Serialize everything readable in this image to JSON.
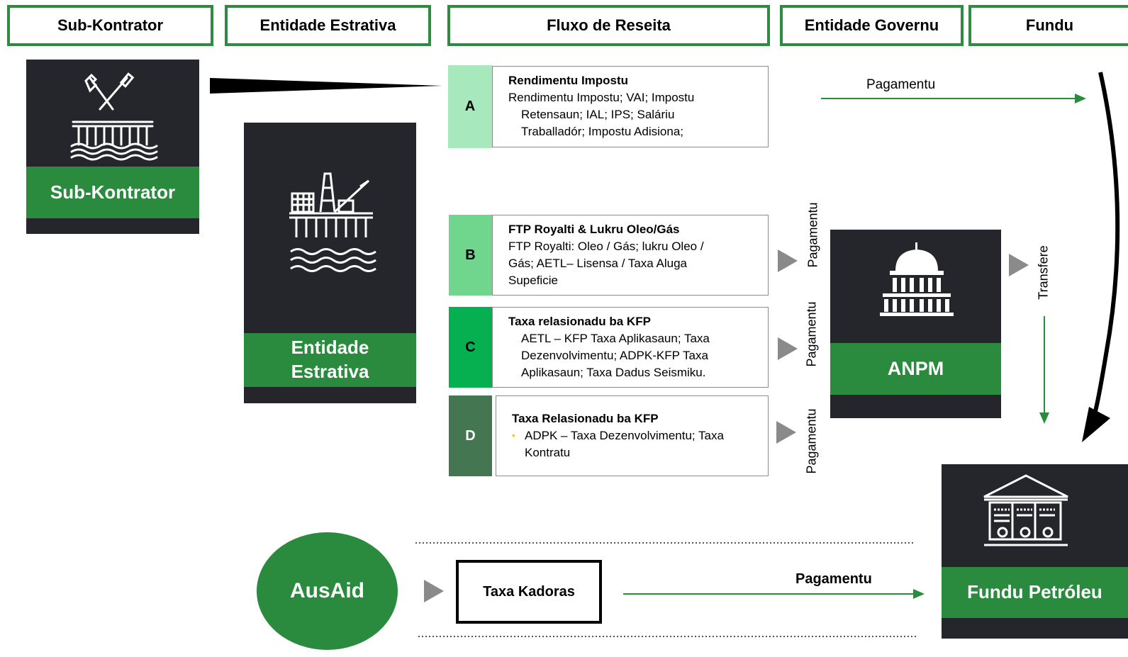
{
  "headers": {
    "sub_kontrator": "Sub-Kontrator",
    "entidade_estrativa": "Entidade Estrativa",
    "fluxo_de_reseita": "Fluxo de Reseita",
    "entidade_governu": "Entidade Governu",
    "fundu": "Fundu"
  },
  "tiles": {
    "sub_kontrator": "Sub-Kontrator",
    "entidade_estrativa_line1": "Entidade",
    "entidade_estrativa_line2": "Estrativa",
    "anpm": "ANPM",
    "fundu_petroleu": "Fundu Petróleu",
    "ausaid": "AusAid"
  },
  "rows": [
    {
      "letter": "A",
      "title": "Rendimentu Impostu",
      "line1": "Rendimentu Impostu; VAI; Impostu",
      "line2": "Retensaun; IAL; IPS; Saláriu",
      "line3": "Traballadór; Impostu Adisiona;"
    },
    {
      "letter": "B",
      "title": "FTP Royalti & Lukru Oleo/Gás",
      "line1": "FTP Royalti: Oleo / Gás; lukru Oleo /",
      "line2": "Gás; AETL– Lisensa / Taxa Aluga",
      "line3": "Supeficie"
    },
    {
      "letter": "C",
      "title": "Taxa relasionadu ba KFP",
      "line1": "AETL – KFP Taxa Aplikasaun; Taxa",
      "line2": "Dezenvolvimentu; ADPK-KFP Taxa",
      "line3": "Aplikasaun; Taxa Dadus Seismiku."
    },
    {
      "letter": "D",
      "title": "Taxa Relasionadu ba KFP",
      "line1": "ADPK – Taxa Dezenvolvimentu; Taxa",
      "line2": "Kontratu"
    }
  ],
  "flows": {
    "pagamentu_a": "Pagamentu",
    "pagamentu_b": "Pagamentu",
    "pagamentu_c": "Pagamentu",
    "pagamentu_d": "Pagamentu",
    "transfere": "Transfere",
    "pagamentu_ausaid": "Pagamentu"
  },
  "taxa_kadoras": "Taxa Kadoras",
  "colors": {
    "header_border": "#2e8b3f",
    "tile_dark": "#25262b",
    "tile_band": "#2a8a3e",
    "letter_a": "#a7e8bd",
    "letter_b": "#70d68e",
    "letter_c": "#06b050",
    "letter_d": "#437651",
    "arrow_green": "#2a8a3e",
    "arrow_gray": "#8a8a8a"
  },
  "icons": [
    "tools-platform-icon",
    "oil-rig-icon",
    "capitol-building-icon",
    "fund-documents-icon"
  ]
}
